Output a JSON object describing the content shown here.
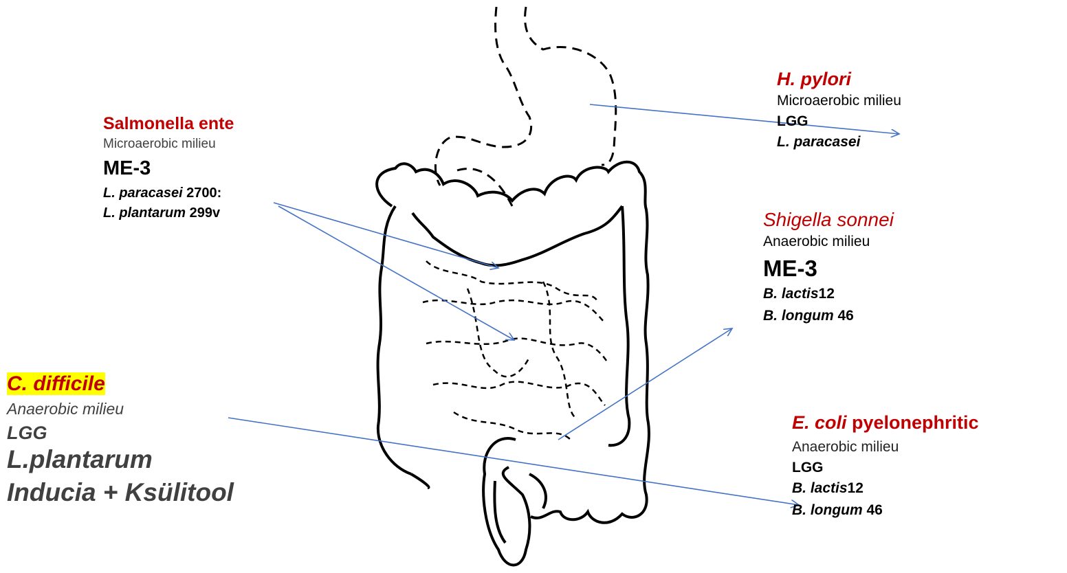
{
  "salmonella": {
    "title": "Salmonella ente",
    "milieu": "Microaerobic milieu",
    "strain": "ME-3",
    "lines": [
      {
        "italic": "L. paracasei",
        "rest": " 2700:"
      },
      {
        "italic": "L. plantarum",
        "rest": " 299v"
      }
    ]
  },
  "cdiff": {
    "title": "C. difficile",
    "milieu": "Anaerobic milieu",
    "lines": [
      "LGG",
      "L.plantarum",
      "Inducia + Ksülitool"
    ]
  },
  "hpylori": {
    "title": "H. pylori",
    "milieu": "Microaerobic milieu",
    "lines": [
      "LGG",
      "L. paracasei"
    ]
  },
  "shigella": {
    "title": "Shigella sonnei",
    "milieu": "Anaerobic milieu",
    "strain": "ME-3",
    "lines": [
      {
        "italic": "B. lactis",
        "rest": "12"
      },
      {
        "italic": "B. longum",
        "rest": " 46"
      }
    ]
  },
  "ecoli": {
    "title_italic": "E. coli",
    "title_rest": " pyelonephritic",
    "milieu": "Anaerobic milieu",
    "strain": "LGG",
    "lines": [
      {
        "italic": "B. lactis",
        "rest": "12"
      },
      {
        "italic": "B. longum",
        "rest": " 46"
      }
    ]
  },
  "colors": {
    "pathogen": "#c00000",
    "arrow": "#4472c4",
    "highlight": "#ffff00"
  }
}
